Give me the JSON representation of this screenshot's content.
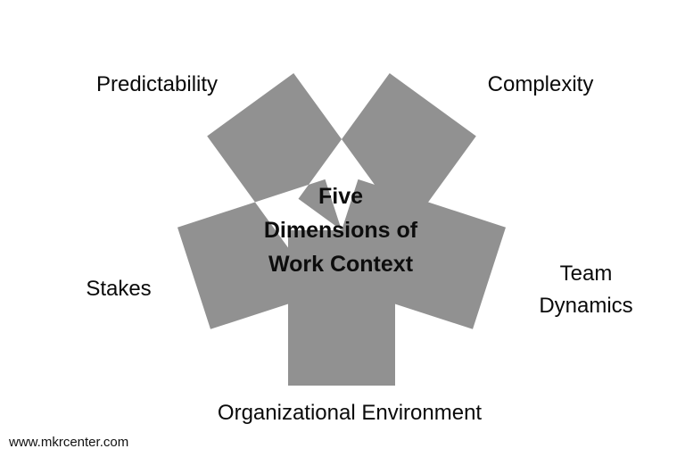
{
  "diagram": {
    "title": "Five\nDimensions of\nWork Context",
    "shape": "five-armed-asterisk",
    "shape_color": "#919191",
    "text_color": "#0a0a0a",
    "background_color": "#ffffff",
    "labels": {
      "top_left": "Predictability",
      "top_right": "Complexity",
      "left": "Stakes",
      "right": "Team\nDynamics",
      "bottom": "Organizational Environment"
    }
  },
  "footer": {
    "website": "www.mkrcenter.com"
  }
}
